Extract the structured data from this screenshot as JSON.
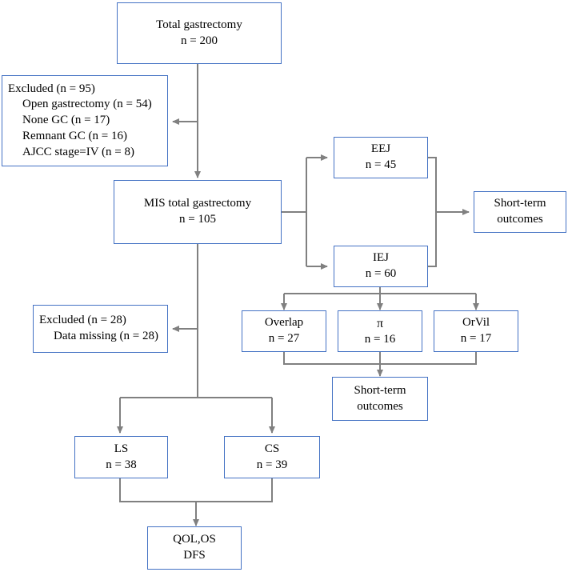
{
  "diagram": {
    "title": "MIS total gastrectomy study flow diagram",
    "type": "flowchart",
    "colors": {
      "box_border": "#4472c4",
      "connector": "#808080",
      "background": "#ffffff",
      "text": "#000000"
    },
    "nodes": {
      "total_gastrectomy": {
        "label": "Total gastrectomy",
        "count": "n = 200"
      },
      "excluded_95": {
        "header": "Excluded (n = 95)",
        "reasons": [
          "Open gastrectomy (n = 54)",
          "None GC (n = 17)",
          "Remnant GC (n = 16)",
          "AJCC stage=IV (n = 8)"
        ]
      },
      "mis_total_gastrectomy": {
        "label": "MIS total gastrectomy",
        "count": "n = 105"
      },
      "eej": {
        "label": "EEJ",
        "count": "n = 45"
      },
      "iej": {
        "label": "IEJ",
        "count": "n = 60"
      },
      "short_term_outcomes_right": {
        "line1": "Short-term",
        "line2": "outcomes"
      },
      "overlap": {
        "label": "Overlap",
        "count": "n = 27"
      },
      "pi": {
        "label": "π",
        "count": "n = 16"
      },
      "orvil": {
        "label": "OrVil",
        "count": "n = 17"
      },
      "short_term_outcomes_center": {
        "line1": "Short-term",
        "line2": "outcomes"
      },
      "excluded_28": {
        "header": "Excluded (n = 28)",
        "reasons": [
          "Data missing (n = 28)"
        ]
      },
      "ls": {
        "label": "LS",
        "count": "n = 38"
      },
      "cs": {
        "label": "CS",
        "count": "n = 39"
      },
      "endpoints": {
        "line1": "QOL,OS",
        "line2": "DFS"
      }
    }
  }
}
